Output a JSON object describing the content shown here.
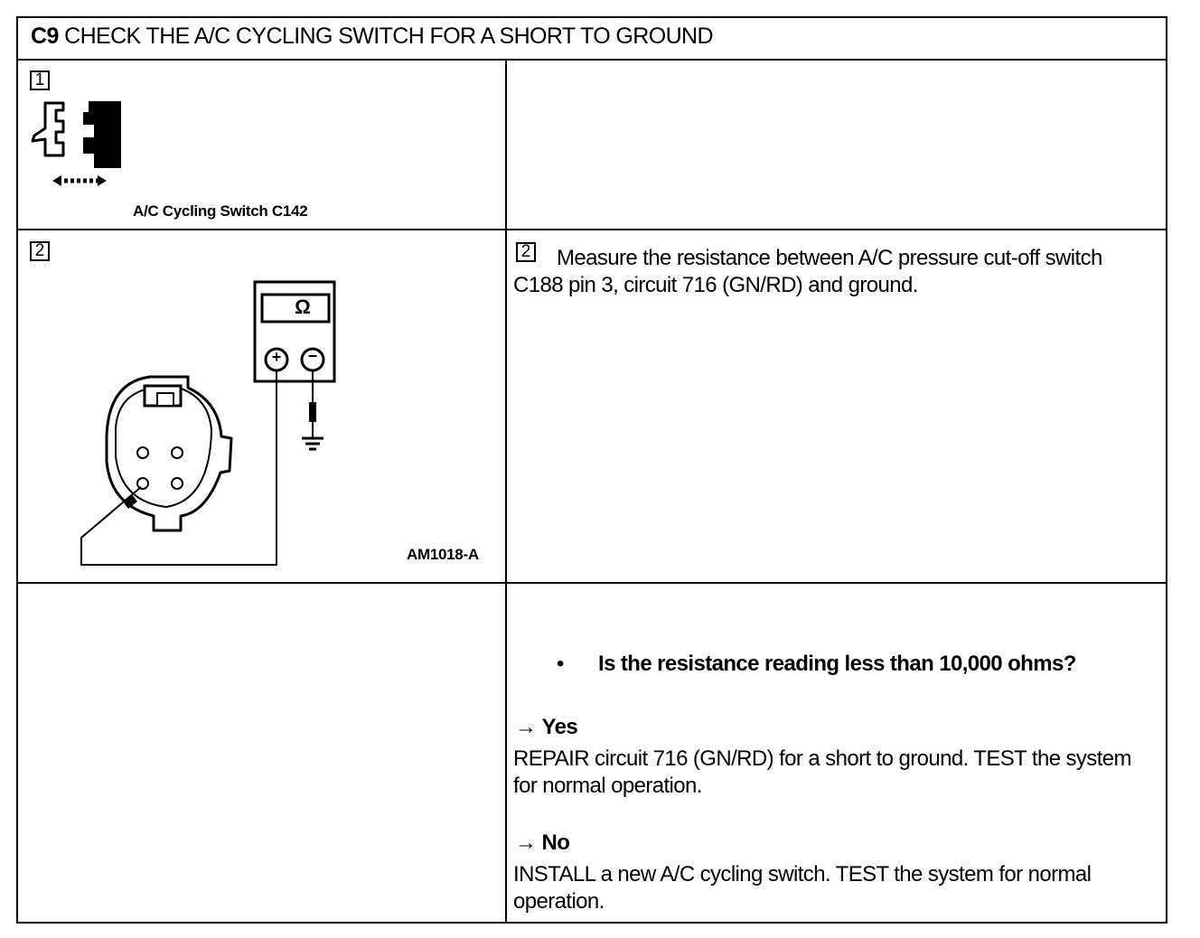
{
  "header": {
    "step_id": "C9",
    "title": "CHECK THE A/C CYCLING SWITCH FOR A SHORT TO GROUND"
  },
  "step1": {
    "number": "1",
    "connector_label": "A/C Cycling Switch C142"
  },
  "step2": {
    "number": "2",
    "meter_symbol": "Ω",
    "plus": "+",
    "minus": "−",
    "figure_id": "AM1018-A",
    "instruction": "Measure the resistance between A/C pressure cut-off switch C188 pin 3, circuit 716 (GN/RD) and ground."
  },
  "result": {
    "bullet": "•",
    "question": "Is the resistance reading less than 10,000 ohms?",
    "arrow": "→",
    "yes_label": "Yes",
    "yes_text": "REPAIR circuit 716 (GN/RD) for a short to ground. TEST the system for normal operation.",
    "no_label": "No",
    "no_text": "INSTALL a new A/C cycling switch. TEST the system for normal operation."
  }
}
